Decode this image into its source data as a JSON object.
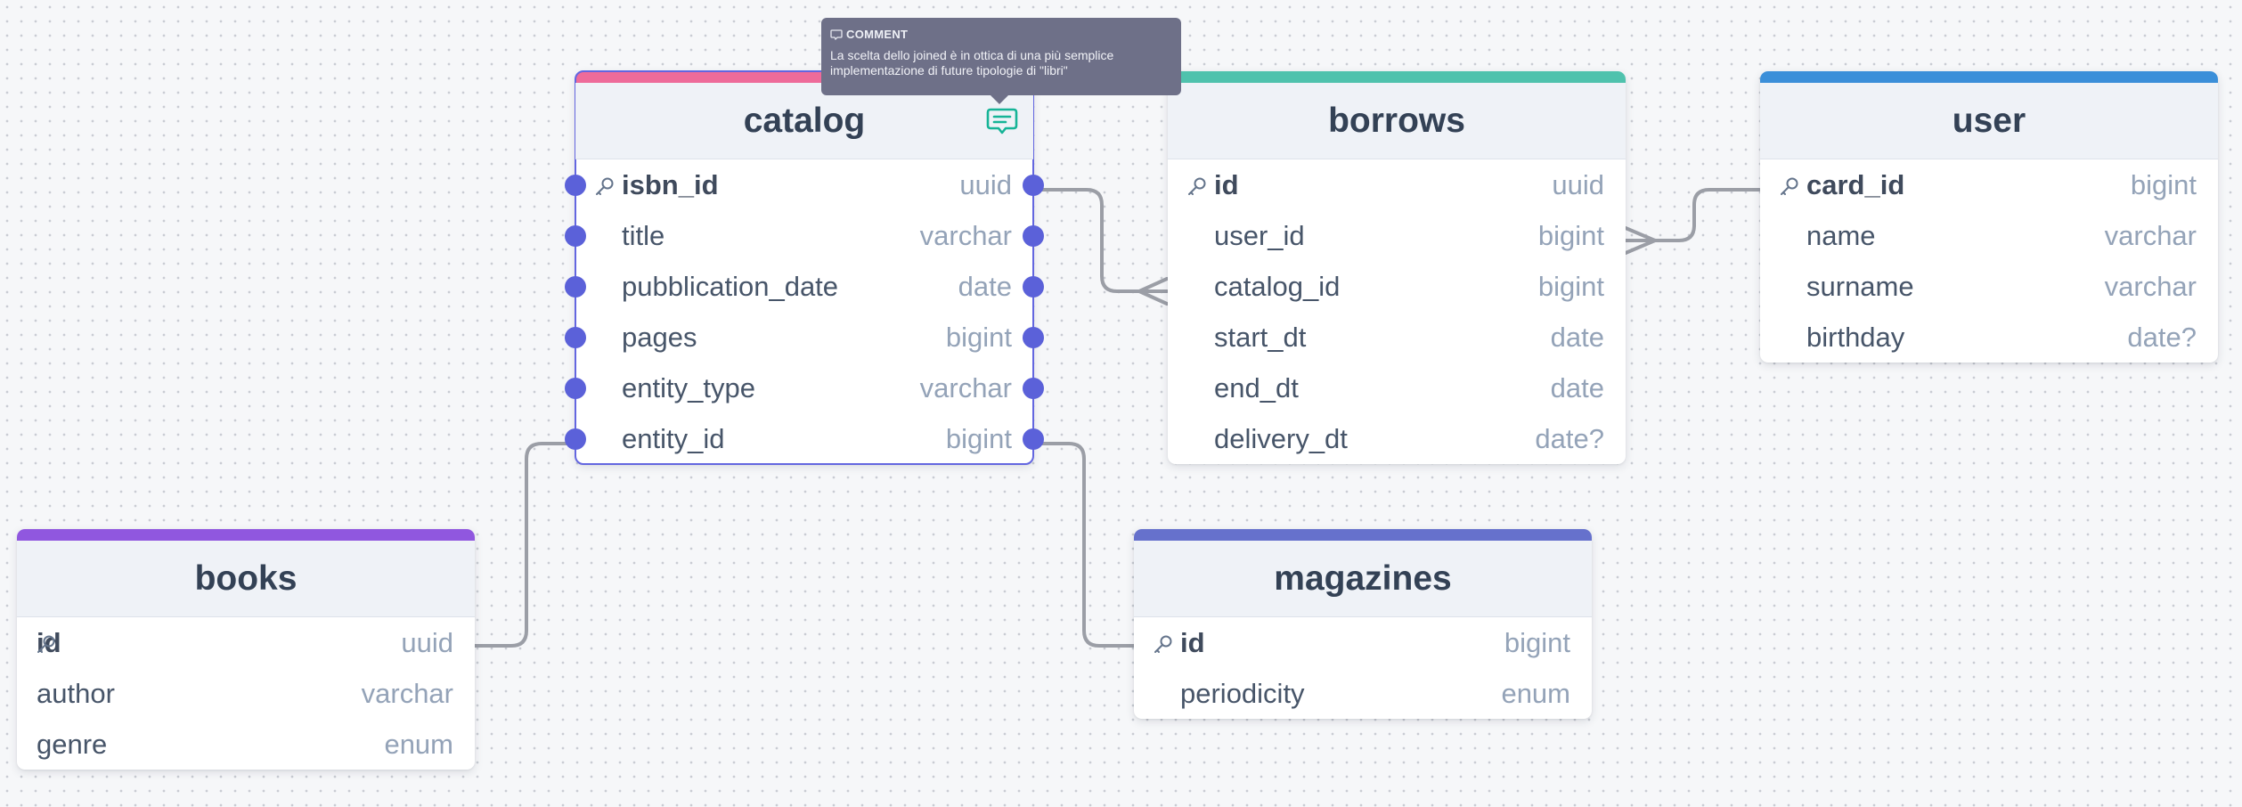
{
  "colors": {
    "catalog": "#ee6b9a",
    "borrows": "#4fc2ad",
    "user": "#3b8fd9",
    "books": "#9057df",
    "magazines": "#6671cc",
    "handle": "#5b61d9",
    "connector": "#9b9ea6",
    "comment_icon": "#16b497"
  },
  "tooltip": {
    "heading": "COMMENT",
    "text": "La scelta dello joined è in ottica di una più semplice implementazione di future tipologie di \"libri\""
  },
  "tables": {
    "catalog": {
      "name": "catalog",
      "fields": [
        {
          "name": "isbn_id",
          "type": "uuid",
          "pk": true
        },
        {
          "name": "title",
          "type": "varchar"
        },
        {
          "name": "pubblication_date",
          "type": "date"
        },
        {
          "name": "pages",
          "type": "bigint"
        },
        {
          "name": "entity_type",
          "type": "varchar"
        },
        {
          "name": "entity_id",
          "type": "bigint"
        }
      ]
    },
    "borrows": {
      "name": "borrows",
      "fields": [
        {
          "name": "id",
          "type": "uuid",
          "pk": true
        },
        {
          "name": "user_id",
          "type": "bigint"
        },
        {
          "name": "catalog_id",
          "type": "bigint"
        },
        {
          "name": "start_dt",
          "type": "date"
        },
        {
          "name": "end_dt",
          "type": "date"
        },
        {
          "name": "delivery_dt",
          "type": "date?"
        }
      ]
    },
    "user": {
      "name": "user",
      "fields": [
        {
          "name": "card_id",
          "type": "bigint",
          "pk": true
        },
        {
          "name": "name",
          "type": "varchar"
        },
        {
          "name": "surname",
          "type": "varchar"
        },
        {
          "name": "birthday",
          "type": "date?"
        }
      ]
    },
    "books": {
      "name": "books",
      "fields": [
        {
          "name": "id",
          "type": "uuid",
          "pk": true
        },
        {
          "name": "author",
          "type": "varchar"
        },
        {
          "name": "genre",
          "type": "enum"
        }
      ]
    },
    "magazines": {
      "name": "magazines",
      "fields": [
        {
          "name": "id",
          "type": "bigint",
          "pk": true
        },
        {
          "name": "periodicity",
          "type": "enum"
        }
      ]
    }
  },
  "relations": [
    {
      "from": "catalog.isbn_id",
      "to": "borrows.catalog_id",
      "cardinality": "one-to-many"
    },
    {
      "from": "user.card_id",
      "to": "borrows.user_id",
      "cardinality": "one-to-many"
    },
    {
      "from": "catalog.entity_id",
      "to": "books.id",
      "cardinality": "one-to-one"
    },
    {
      "from": "catalog.entity_id",
      "to": "magazines.id",
      "cardinality": "one-to-one"
    }
  ]
}
